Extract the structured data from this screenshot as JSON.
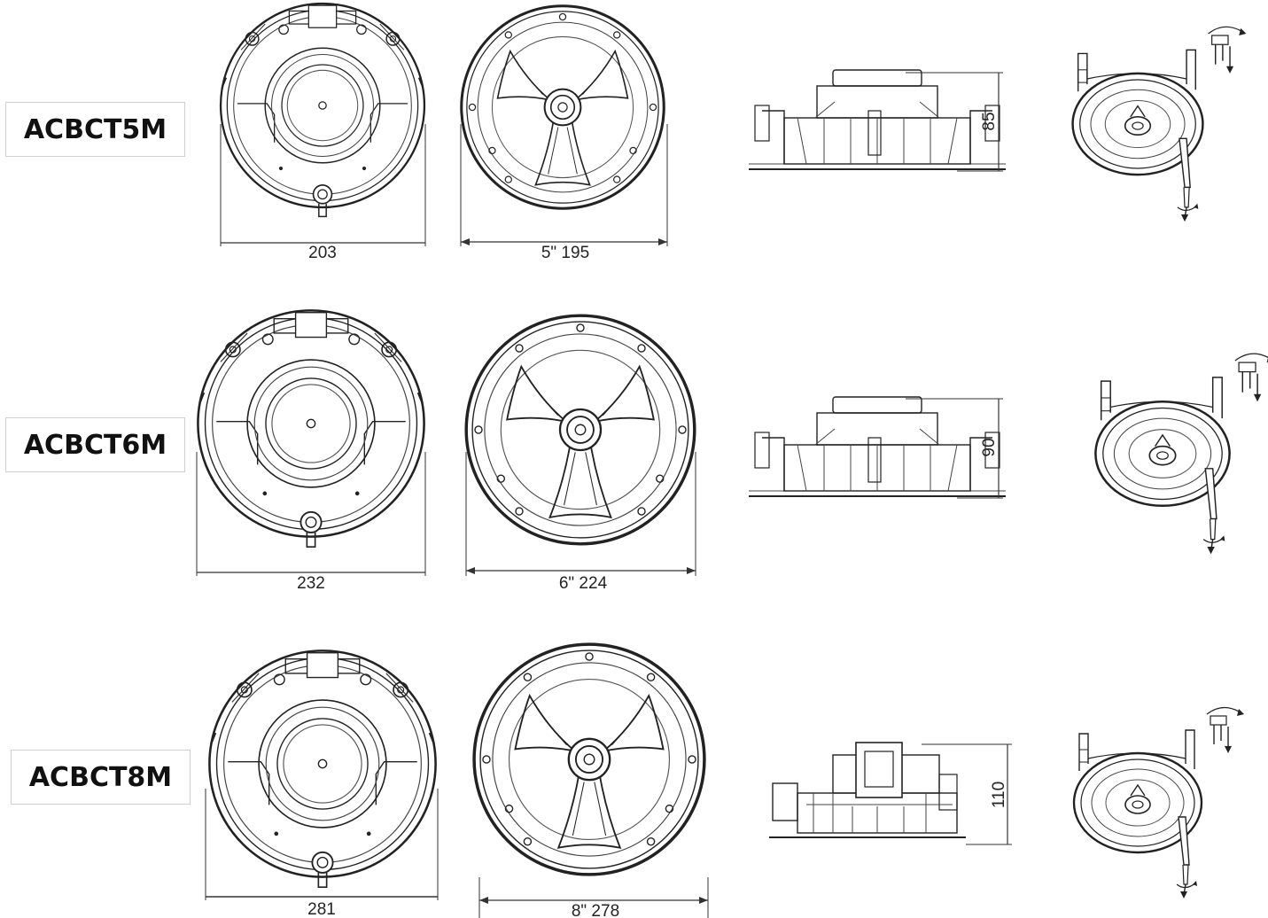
{
  "rows": [
    {
      "model": "ACBCT5M",
      "back_width": "203",
      "front_width": "5\" 195",
      "height": "85"
    },
    {
      "model": "ACBCT6M",
      "back_width": "232",
      "front_width": "6\" 224",
      "height": "90"
    },
    {
      "model": "ACBCT8M",
      "back_width": "281",
      "front_width": "8\" 278",
      "height": "110"
    }
  ],
  "colors": {
    "line": "#222222",
    "box_border": "#cfcfcf"
  }
}
